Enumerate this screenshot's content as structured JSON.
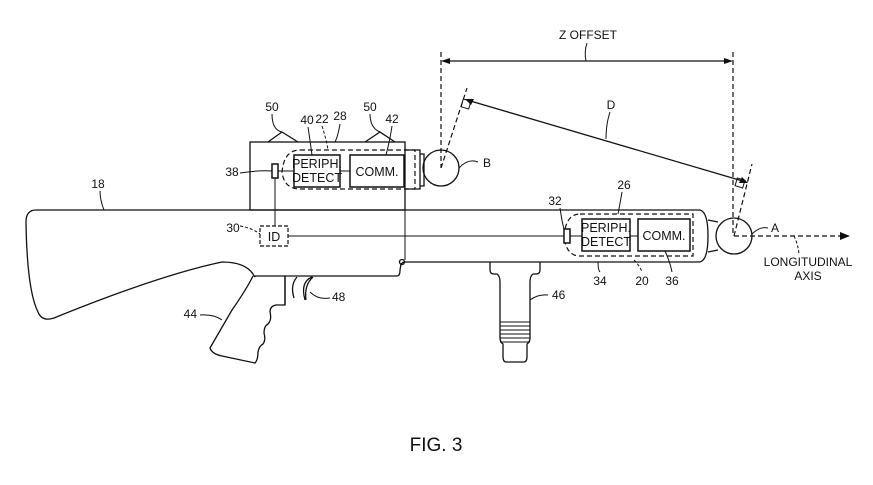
{
  "figure": {
    "caption": "FIG. 3",
    "dimension_label": "Z OFFSET",
    "distance_label": "D",
    "axis_label_line1": "LONGITUDINAL",
    "axis_label_line2": "AXIS"
  },
  "points": {
    "a": "A",
    "b": "B"
  },
  "device_lower": {
    "periph_line1": "PERIPH.",
    "periph_line2": "DETECT",
    "comm": "COMM."
  },
  "device_upper": {
    "periph_line1": "PERIPH.",
    "periph_line2": "DETECT",
    "comm": "COMM."
  },
  "id_block": "ID",
  "reference_numerals": {
    "rifle": "18",
    "lower_device": "20",
    "upper_device": "22",
    "lower_housing": "26",
    "upper_housing": "28",
    "id_module": "30",
    "lower_connector": "32",
    "lower_periph": "34",
    "lower_comm": "36",
    "upper_connector": "38",
    "upper_periph": "40",
    "upper_comm": "42",
    "grip": "44",
    "foregrip": "46",
    "trigger": "48",
    "mount_left": "50",
    "mount_right": "50"
  }
}
